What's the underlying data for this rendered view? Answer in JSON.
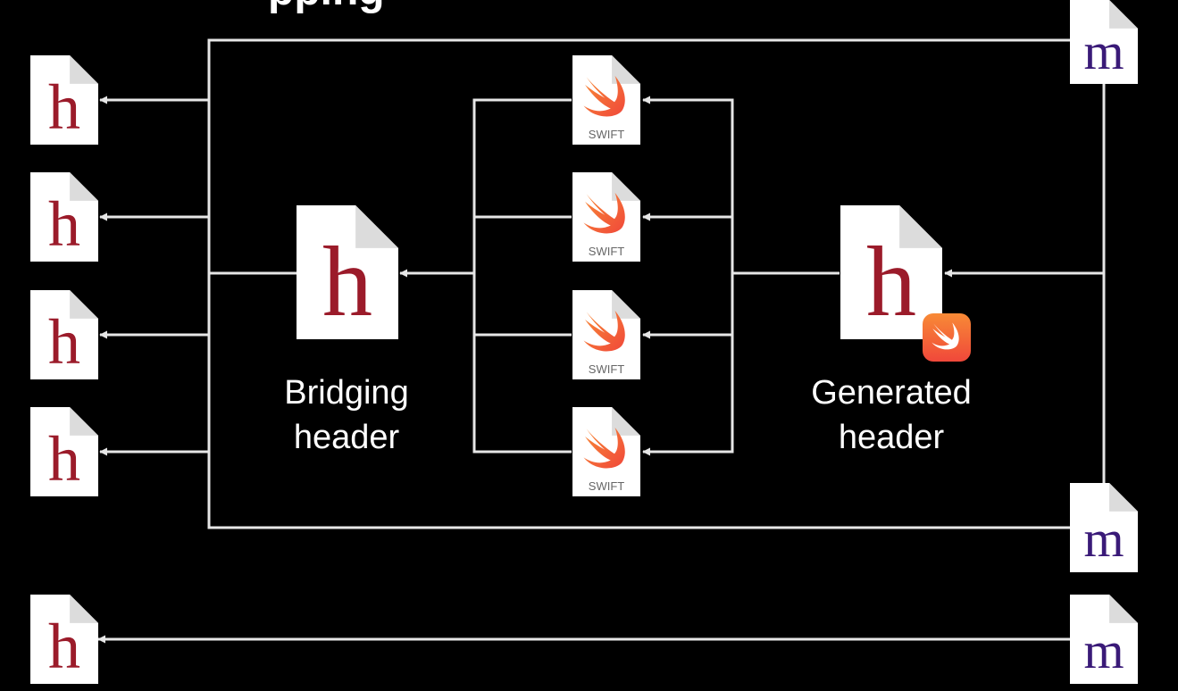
{
  "title_visible_fragment": "pping",
  "captions": {
    "bridging": [
      "Bridging",
      "header"
    ],
    "generated": [
      "Generated",
      "header"
    ]
  },
  "file_letters": {
    "header": "h",
    "implementation": "m"
  },
  "swift_label": "SWIFT",
  "icons": {
    "header_file": "header-file-icon",
    "implementation_file": "implementation-file-icon",
    "swift_file": "swift-file-icon",
    "swift_badge": "swift-badge-icon"
  },
  "colors": {
    "background": "#000000",
    "lines": "#e6e6e6",
    "page": "#ffffff",
    "page_fold": "#dcdcdc",
    "h_letter": "#9b1b2a",
    "m_letter": "#3a1a78",
    "swift_orange": "#f05138",
    "swift_label": "#666666",
    "text": "#ffffff"
  }
}
